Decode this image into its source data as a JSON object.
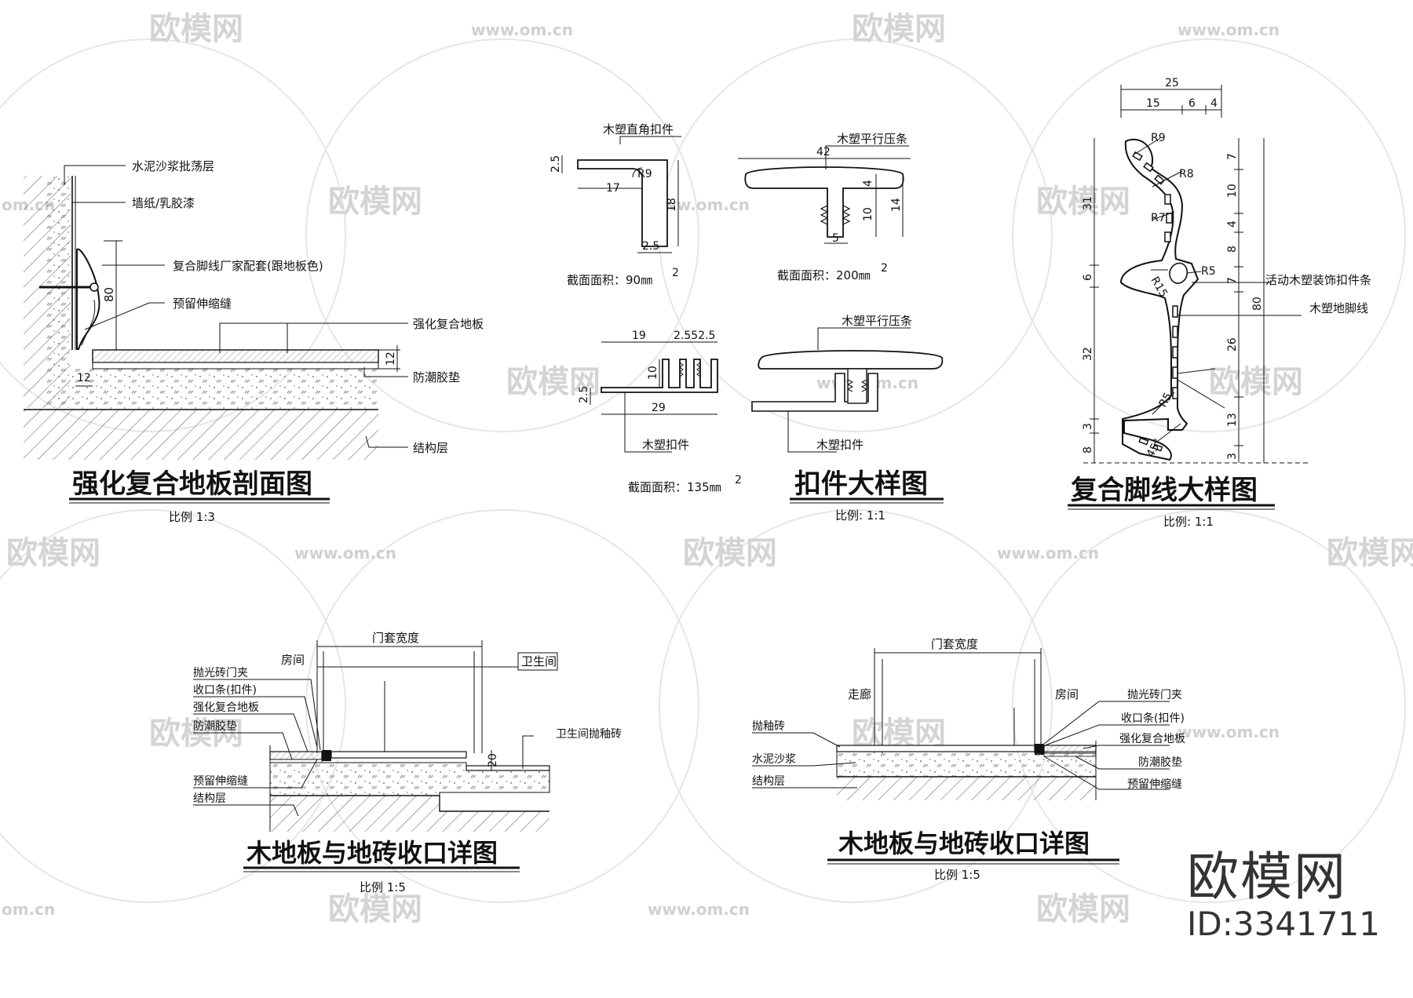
{
  "watermark": {
    "brand": "欧模网",
    "url": "www.om.cn",
    "url_short": "om.cn",
    "logo_text": "欧模网",
    "id_text": "ID:3341711",
    "color": "#cccccc"
  },
  "laminate_section": {
    "title": "强化复合地板剖面图",
    "scale": "比例 1:3",
    "labels": {
      "plaster": "水泥沙浆批荡层",
      "wallpaper": "墙纸/乳胶漆",
      "skirting": "复合脚线厂家配套(跟地板色)",
      "gap": "预留伸缩缝",
      "laminate": "强化复合地板",
      "underlay": "防潮胶垫",
      "structure": "结构层"
    },
    "dims": {
      "height": "80",
      "gap": "12",
      "thickness": "12"
    }
  },
  "fastener_detail": {
    "title": "扣件大样图",
    "scale": "比例:      1:1",
    "corner": {
      "name": "木塑直角扣件",
      "area": "截面面积：90㎜",
      "sup": "2",
      "dims": [
        "2.5",
        "17",
        "R9",
        "18",
        "2.5"
      ]
    },
    "t_strip": {
      "name": "木塑平行压条",
      "area": "截面面积：200㎜",
      "sup": "2",
      "dims": [
        "42",
        "4",
        "10",
        "14",
        "5"
      ]
    },
    "clip": {
      "name": "木塑扣件",
      "area": "截面面积：135㎜",
      "sup": "2",
      "dims": [
        "19",
        "2.552.5",
        "10",
        "2.5",
        "29"
      ]
    },
    "assembly": {
      "top_label": "木塑平行压条",
      "bottom_label": "木塑扣件"
    }
  },
  "skirting_detail": {
    "title": "复合脚线大样图",
    "scale": "比例:      1:1",
    "top_dims": [
      "25",
      "15",
      "6",
      "4"
    ],
    "left_dims": [
      "31",
      "6",
      "32",
      "3",
      "8"
    ],
    "right_dims": [
      "7",
      "10",
      "4",
      "8",
      "7",
      "80",
      "26",
      "13",
      "3"
    ],
    "radii": [
      "R9",
      "R8",
      "R7",
      "R5",
      "R15",
      "R5"
    ],
    "angle": "45°",
    "labels": {
      "clip": "活动木塑装饰扣件条",
      "skirting": "木塑地脚线"
    }
  },
  "transition_left": {
    "title": "木地板与地砖收口详图",
    "scale": "比例 1:5",
    "door_width": "门套宽度",
    "room": "房间",
    "bathroom": "卫生间",
    "labels": [
      "抛光砖门夹",
      "收口条(扣件)",
      "强化复合地板",
      "防潮胶垫",
      "预留伸缩缝",
      "结构层"
    ],
    "tile": "卫生间抛釉砖",
    "step": "20"
  },
  "transition_right": {
    "title": "木地板与地砖收口详图",
    "scale": "比例 1:5",
    "door_width": "门套宽度",
    "corridor": "走廊",
    "room": "房间",
    "left_labels": [
      "抛釉砖",
      "水泥沙浆",
      "结构层"
    ],
    "right_labels": [
      "抛光砖门夹",
      "收口条(扣件)",
      "强化复合地板",
      "防潮胶垫",
      "预留伸缩缝"
    ]
  }
}
